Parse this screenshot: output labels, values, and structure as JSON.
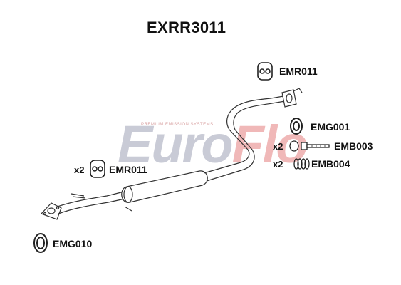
{
  "title": "EXRR3011",
  "brand": {
    "name_part1": "Euro",
    "name_part2": "Flo",
    "tagline": "PREMIUM EMISSION SYSTEMS",
    "main_color": "#c9cbd6",
    "accent_color": "#f0b8b8"
  },
  "parts": [
    {
      "code": "EMR011",
      "qty": ""
    },
    {
      "code": "EMG001",
      "qty": ""
    },
    {
      "code": "EMB003",
      "qty": "x2"
    },
    {
      "code": "EMB004",
      "qty": "x2"
    },
    {
      "code": "EMR011",
      "qty": "x2"
    },
    {
      "code": "EMG010",
      "qty": ""
    }
  ]
}
